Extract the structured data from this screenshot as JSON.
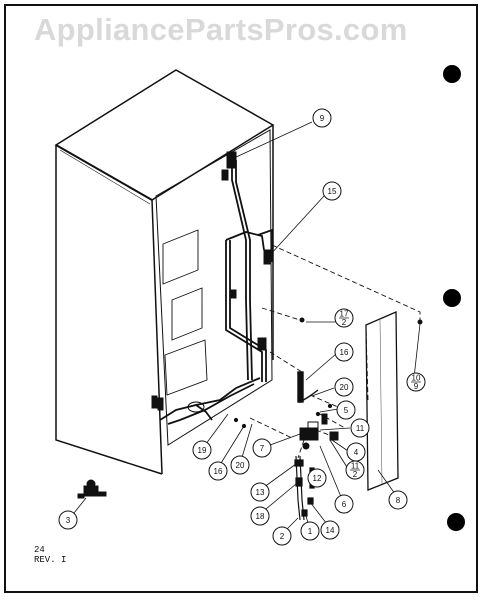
{
  "watermark": "AppliancePartsPros.com",
  "footer": {
    "page_number": "24",
    "revision": "REV. I"
  },
  "callouts": [
    "9",
    "15",
    "17/2",
    "16",
    "20",
    "5",
    "11",
    "4",
    "11/2",
    "10/9",
    "8",
    "7",
    "19",
    "16",
    "20",
    "13",
    "18",
    "2",
    "1",
    "14",
    "12",
    "6",
    "3"
  ],
  "colors": {
    "ink": "#111111",
    "watermark": "#d9d9d9",
    "background": "#ffffff"
  }
}
